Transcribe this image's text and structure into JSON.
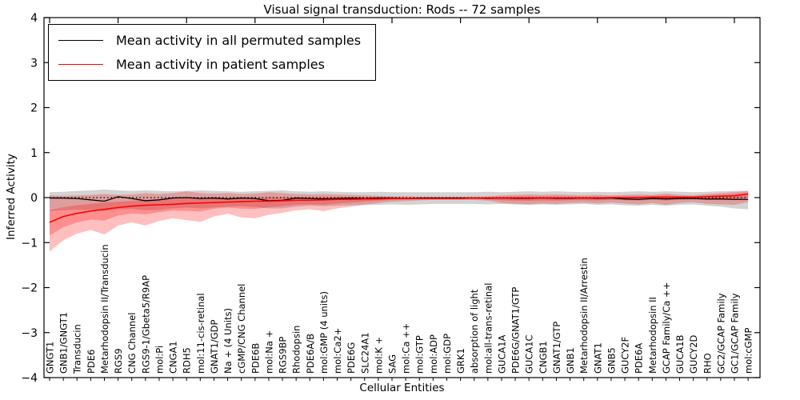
{
  "figure": {
    "title": "Visual signal transduction: Rods -- 72 samples",
    "xlabel": "Cellular Entities",
    "ylabel": "Inferred Activity"
  },
  "legend": {
    "items": [
      {
        "label": "Mean activity in all permuted samples",
        "color": "#000000"
      },
      {
        "label": "Mean activity in patient samples",
        "color": "#ff0000"
      }
    ]
  },
  "chart_data": {
    "type": "line",
    "title": "Visual signal transduction: Rods -- 72 samples",
    "xlabel": "Cellular Entities",
    "ylabel": "Inferred Activity",
    "ylim": [
      -4,
      4
    ],
    "yticks": [
      4,
      3,
      2,
      1,
      0,
      -1,
      -2,
      -3,
      -4
    ],
    "grid": false,
    "legend_position": "upper left",
    "zero_line": {
      "style": "dotted",
      "color": "#000000",
      "y": 0
    },
    "categories": [
      "GNGT1",
      "GNB1/GNGT1",
      "Transducin",
      "PDE6",
      "Metarhodopsin II/Transducin",
      "RGS9",
      "CNG Channel",
      "RGS9-1/Gbeta5/R9AP",
      "mol:Pi",
      "CNGA1",
      "RDH5",
      "mol:11-cis-retinal",
      "GNAT1/GDP",
      "Na + (4 Units)",
      "cGMP/CNG Channel",
      "PDE6B",
      "mol:Na +",
      "RGS9BP",
      "Rhodopsin",
      "PDE6A/B",
      "mol:GMP (4 units)",
      "mol:Ca2+",
      "PDE6G",
      "SLC24A1",
      "mol:K +",
      "SAG",
      "mol:Ca ++",
      "mol:GTP",
      "mol:ADP",
      "mol:GDP",
      "GRK1",
      "absorption of light",
      "mol:all-trans-retinal",
      "GUCA1A",
      "PDE6G/GNAT1/GTP",
      "GUCA1C",
      "CNGB1",
      "GNAT1/GTP",
      "GNB1",
      "Metarhodopsin II/Arrestin",
      "GNAT1",
      "GNB5",
      "GUCY2F",
      "PDE6A",
      "Metarhodopsin II",
      "GCAP Family/Ca ++",
      "GUCA1B",
      "GUCY2D",
      "RHO",
      "GC2/GCAP Family",
      "GC1/GCAP Family",
      "mol:cGMP"
    ],
    "series": [
      {
        "name": "Mean activity in all permuted samples",
        "color": "#000000",
        "band_color": "rgba(128,128,128,0.35)",
        "values": [
          -0.01,
          -0.01,
          -0.02,
          -0.05,
          -0.08,
          0.02,
          -0.02,
          -0.07,
          -0.05,
          -0.01,
          0.0,
          -0.02,
          -0.01,
          -0.03,
          -0.01,
          -0.02,
          -0.07,
          -0.06,
          -0.01,
          -0.02,
          -0.03,
          -0.02,
          -0.01,
          -0.02,
          -0.01,
          -0.01,
          -0.02,
          -0.01,
          -0.01,
          -0.01,
          -0.01,
          -0.01,
          -0.02,
          -0.01,
          -0.02,
          -0.02,
          -0.01,
          -0.02,
          -0.02,
          -0.01,
          -0.02,
          -0.01,
          -0.03,
          -0.04,
          -0.02,
          -0.03,
          -0.02,
          -0.02,
          -0.03,
          -0.03,
          -0.04,
          -0.04
        ],
        "band_upper": [
          0.12,
          0.13,
          0.15,
          0.16,
          0.18,
          0.16,
          0.15,
          0.16,
          0.15,
          0.14,
          0.15,
          0.16,
          0.15,
          0.14,
          0.13,
          0.14,
          0.15,
          0.16,
          0.14,
          0.13,
          0.14,
          0.13,
          0.12,
          0.12,
          0.13,
          0.12,
          0.12,
          0.12,
          0.12,
          0.12,
          0.12,
          0.12,
          0.13,
          0.12,
          0.13,
          0.14,
          0.13,
          0.14,
          0.13,
          0.12,
          0.13,
          0.12,
          0.13,
          0.14,
          0.13,
          0.14,
          0.13,
          0.12,
          0.13,
          0.14,
          0.15,
          0.15
        ],
        "band_lower": [
          -0.3,
          -0.28,
          -0.27,
          -0.28,
          -0.3,
          -0.26,
          -0.25,
          -0.28,
          -0.27,
          -0.24,
          -0.22,
          -0.24,
          -0.22,
          -0.2,
          -0.19,
          -0.21,
          -0.24,
          -0.24,
          -0.2,
          -0.18,
          -0.19,
          -0.18,
          -0.17,
          -0.16,
          -0.16,
          -0.15,
          -0.16,
          -0.15,
          -0.14,
          -0.14,
          -0.14,
          -0.14,
          -0.15,
          -0.14,
          -0.15,
          -0.16,
          -0.15,
          -0.16,
          -0.15,
          -0.14,
          -0.16,
          -0.15,
          -0.17,
          -0.18,
          -0.16,
          -0.18,
          -0.16,
          -0.15,
          -0.18,
          -0.2,
          -0.24,
          -0.26
        ]
      },
      {
        "name": "Mean activity in patient samples",
        "color": "#ff0000",
        "band_color": "rgba(255,0,0,0.25)",
        "values": [
          -0.55,
          -0.42,
          -0.35,
          -0.3,
          -0.26,
          -0.22,
          -0.19,
          -0.17,
          -0.16,
          -0.15,
          -0.13,
          -0.12,
          -0.11,
          -0.1,
          -0.09,
          -0.08,
          -0.08,
          -0.07,
          -0.06,
          -0.06,
          -0.05,
          -0.04,
          -0.04,
          -0.03,
          -0.03,
          -0.02,
          -0.02,
          -0.02,
          -0.02,
          -0.02,
          -0.02,
          -0.01,
          -0.01,
          -0.01,
          -0.01,
          -0.01,
          -0.01,
          -0.01,
          -0.01,
          -0.01,
          -0.01,
          0.0,
          0.0,
          0.0,
          0.01,
          0.01,
          0.01,
          0.01,
          0.02,
          0.03,
          0.04,
          0.08
        ],
        "band_upper": [
          0.05,
          0.04,
          0.05,
          0.06,
          0.08,
          0.06,
          0.07,
          0.1,
          0.08,
          0.1,
          0.14,
          0.1,
          0.09,
          0.1,
          0.08,
          0.09,
          0.12,
          0.1,
          0.08,
          0.07,
          0.08,
          0.07,
          0.06,
          0.05,
          0.04,
          0.03,
          0.03,
          0.02,
          0.02,
          0.02,
          0.02,
          0.02,
          0.03,
          0.05,
          0.06,
          0.07,
          0.06,
          0.07,
          0.06,
          0.05,
          0.06,
          0.05,
          0.06,
          0.07,
          0.06,
          0.09,
          0.06,
          0.05,
          0.08,
          0.1,
          0.12,
          0.15
        ],
        "band_lower": [
          -1.2,
          -0.95,
          -0.8,
          -0.72,
          -0.82,
          -0.62,
          -0.55,
          -0.62,
          -0.52,
          -0.46,
          -0.5,
          -0.54,
          -0.42,
          -0.36,
          -0.44,
          -0.46,
          -0.38,
          -0.34,
          -0.28,
          -0.26,
          -0.3,
          -0.24,
          -0.2,
          -0.16,
          -0.12,
          -0.09,
          -0.08,
          -0.06,
          -0.05,
          -0.05,
          -0.05,
          -0.05,
          -0.07,
          -0.12,
          -0.14,
          -0.15,
          -0.13,
          -0.14,
          -0.12,
          -0.11,
          -0.13,
          -0.11,
          -0.13,
          -0.15,
          -0.12,
          -0.16,
          -0.12,
          -0.1,
          -0.14,
          -0.15,
          -0.16,
          -0.1
        ]
      }
    ]
  }
}
